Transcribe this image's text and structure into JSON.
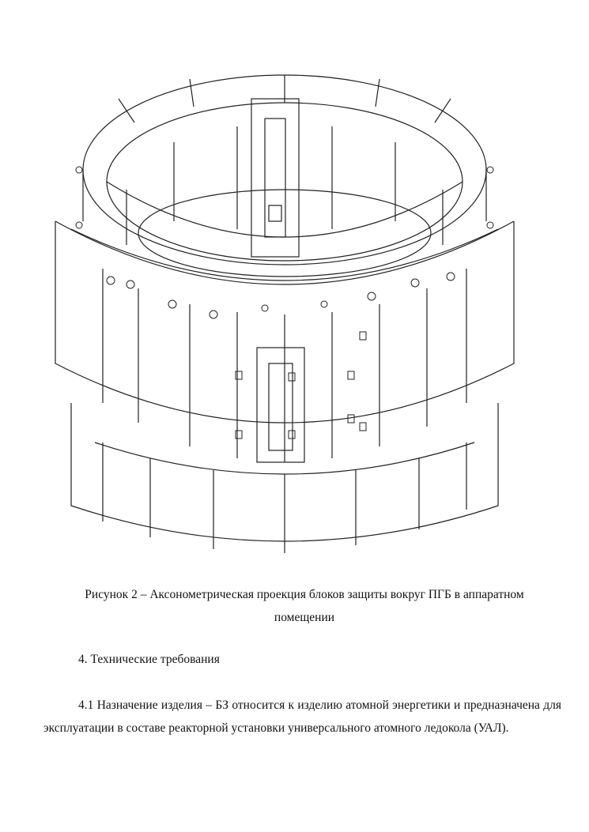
{
  "figure": {
    "caption_line1": "Рисунок 2 – Аксонометрическая проекция блоков защиты вокруг ПГБ в аппаратном",
    "caption_line2": "помещении"
  },
  "section": {
    "heading": "4. Технические требования",
    "paragraph": "4.1 Назначение изделия – БЗ относится к изделию атомной энергетики и предназначена для эксплуатации в составе реакторной установки универсального атомного ледокола (УАЛ)."
  }
}
